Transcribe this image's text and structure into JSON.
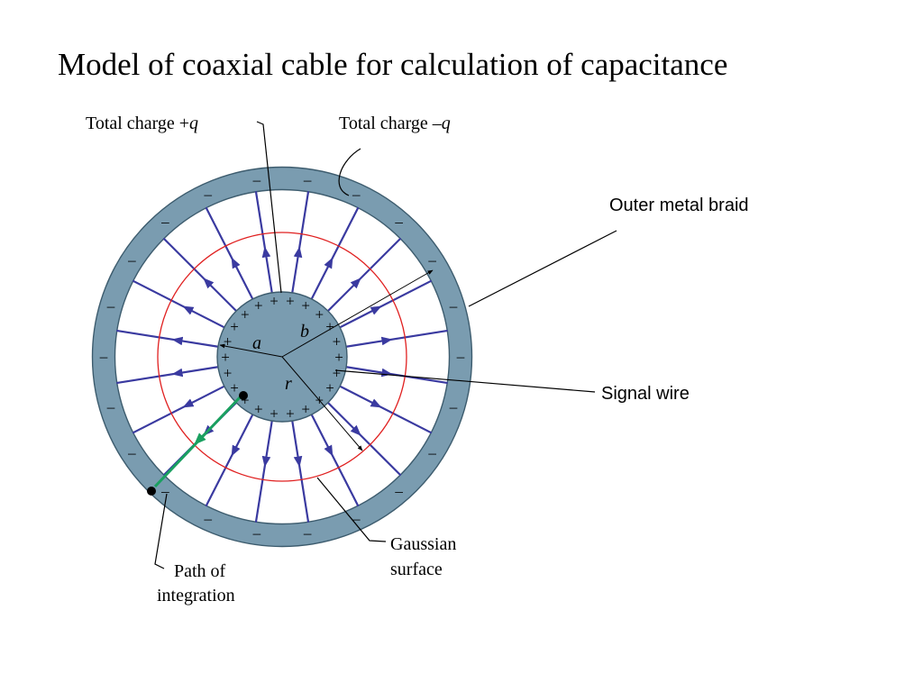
{
  "title": "Model of coaxial cable for calculation of capacitance",
  "labels": {
    "total_charge_pos": "Total charge +",
    "total_charge_neg": "Total charge –",
    "charge_symbol": "q",
    "outer_braid": "Outer metal braid",
    "signal_wire": "Signal wire",
    "gaussian_line1": "Gaussian",
    "gaussian_line2": "surface",
    "path_line1": "Path of",
    "path_line2": "integration",
    "radius_a": "a",
    "radius_b": "b",
    "radius_r": "r",
    "plus": "+",
    "minus": "–"
  },
  "colors": {
    "shield_fill": "#7a9cb0",
    "shield_stroke": "#3d5c6e",
    "field_line": "#3a3aa0",
    "gaussian": "#e02020",
    "path": "#1aa060",
    "leader": "#000000"
  }
}
